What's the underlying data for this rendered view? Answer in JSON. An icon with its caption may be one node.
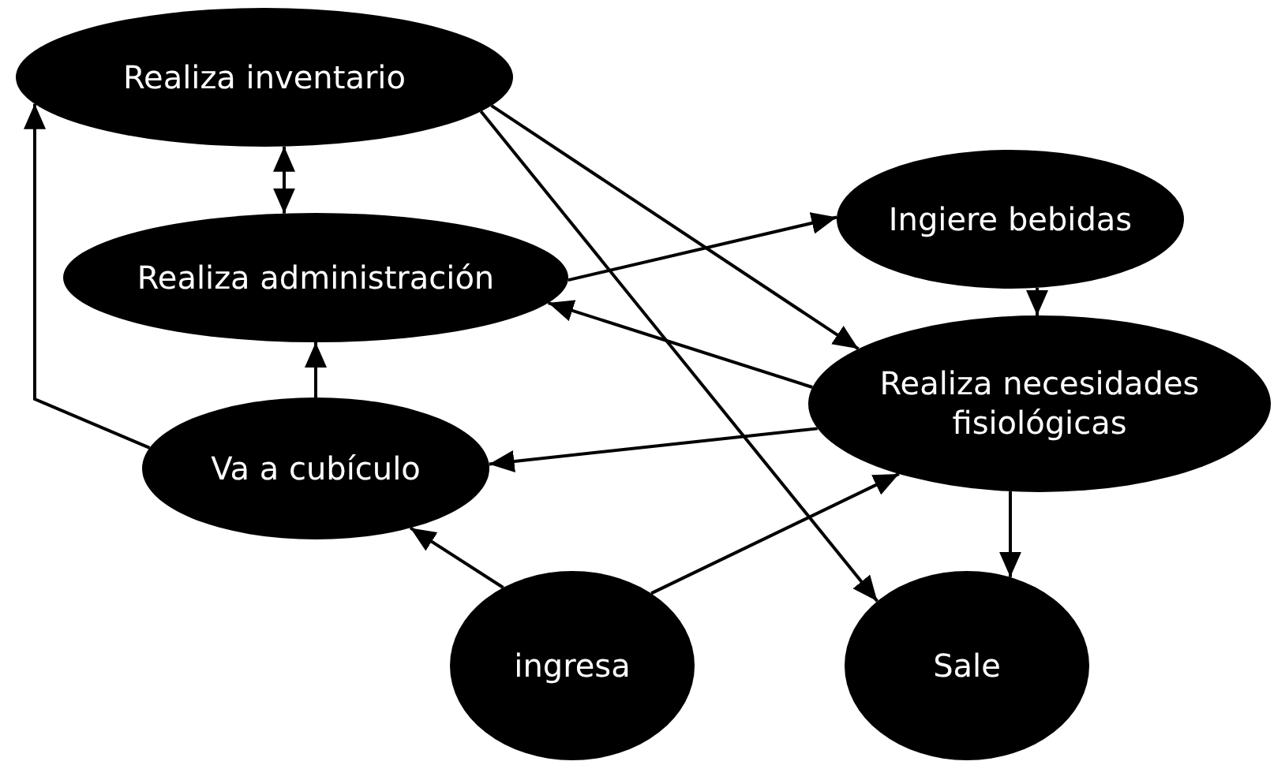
{
  "diagram": {
    "nodes": [
      {
        "text": [
          "Realiza inventario"
        ]
      },
      {
        "text": [
          "Ingiere bebidas"
        ]
      },
      {
        "text": [
          "Realiza administración"
        ]
      },
      {
        "text": [
          "Realiza necesidades fisiológicas"
        ]
      },
      {
        "text": [
          "Va a cubículo"
        ]
      },
      {
        "text": [
          "ingresa"
        ]
      },
      {
        "text": [
          "Sale"
        ]
      }
    ],
    "edges": [
      {
        "from": 0,
        "to": 2,
        "arrow": "both"
      },
      {
        "from": 4,
        "to": 2,
        "arrow": "to"
      },
      {
        "from": 4,
        "to": 0,
        "arrow": "to"
      },
      {
        "from": 0,
        "to": 3,
        "arrow": "to"
      },
      {
        "from": 0,
        "to": 6,
        "arrow": "to"
      },
      {
        "from": 2,
        "to": 1,
        "arrow": "to"
      },
      {
        "from": 3,
        "to": 2,
        "arrow": "to"
      },
      {
        "from": 3,
        "to": 4,
        "arrow": "to"
      },
      {
        "from": 1,
        "to": 3,
        "arrow": "to"
      },
      {
        "from": 3,
        "to": 6,
        "arrow": "to"
      },
      {
        "from": 5,
        "to": 4,
        "arrow": "to"
      },
      {
        "from": 5,
        "to": 3,
        "arrow": "to"
      }
    ]
  }
}
